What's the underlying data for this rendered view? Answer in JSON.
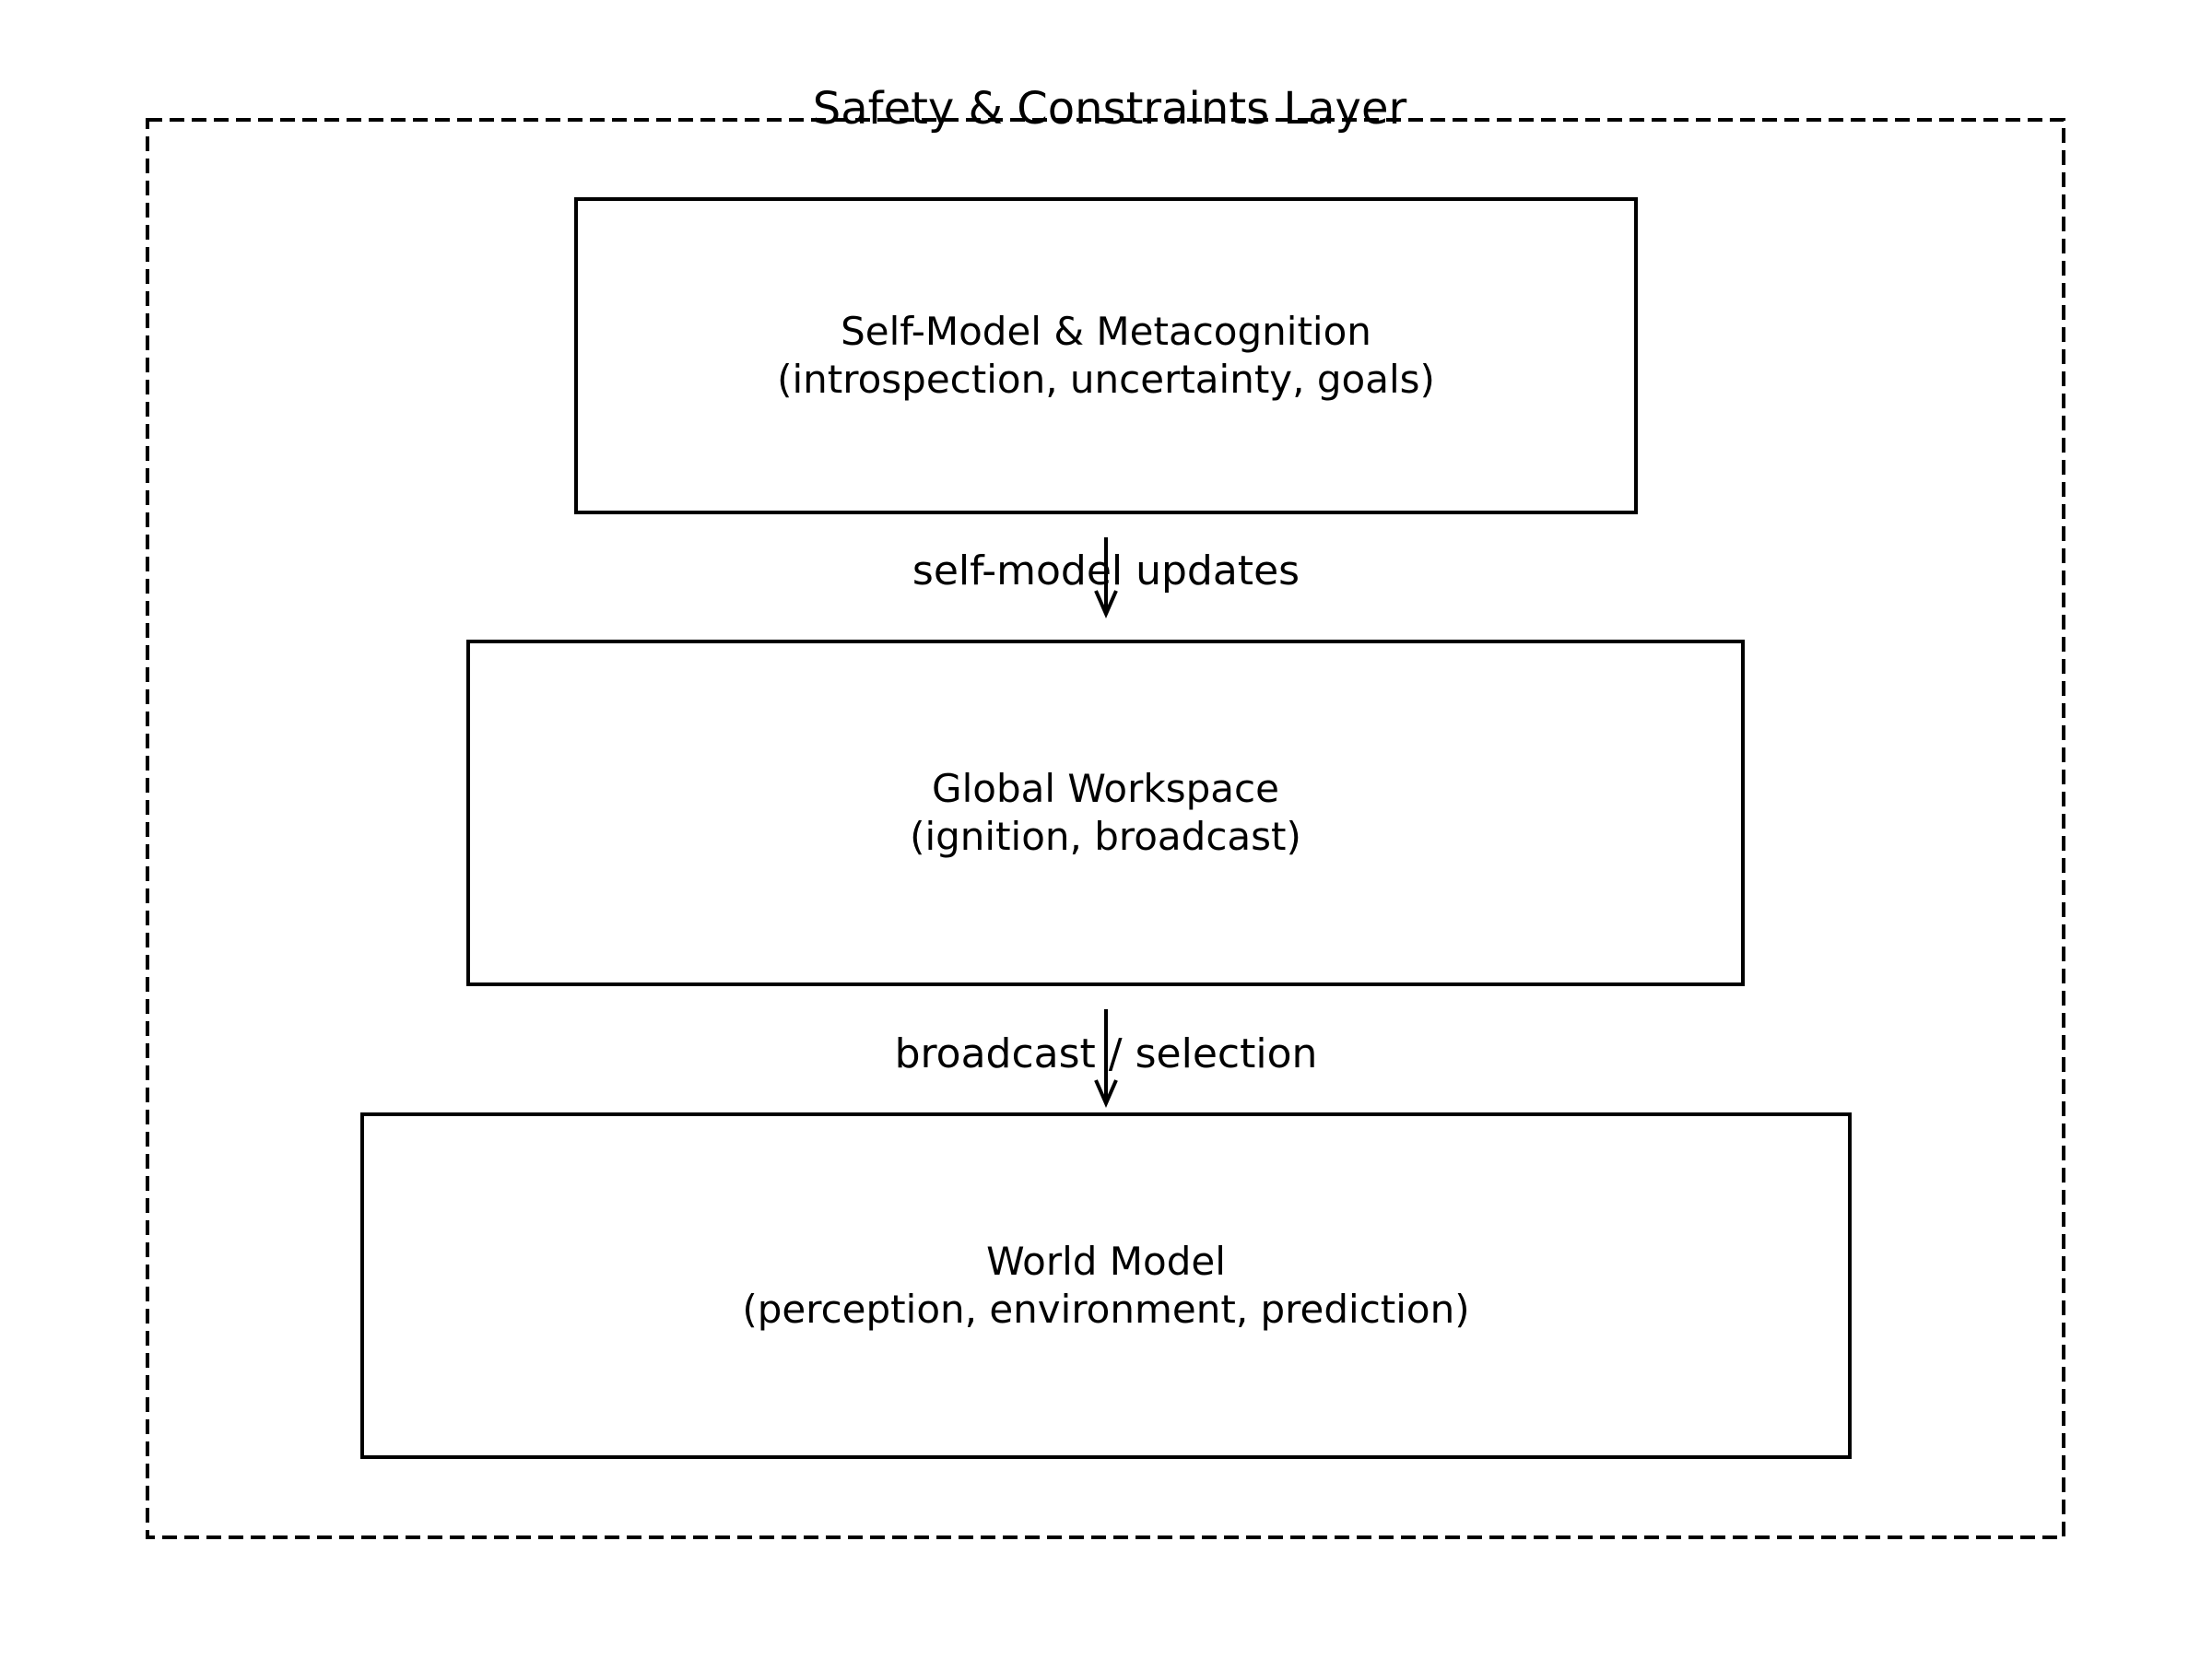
{
  "safety_layer": {
    "title": "Safety & Constraints Layer"
  },
  "boxes": [
    {
      "id": "self-model",
      "title": "Self-Model & Metacognition",
      "subtitle": "(introspection, uncertainty, goals)"
    },
    {
      "id": "global-workspace",
      "title": "Global Workspace",
      "subtitle": "(ignition, broadcast)"
    },
    {
      "id": "world-model",
      "title": "World Model",
      "subtitle": "(perception, environment, prediction)"
    }
  ],
  "arrows": [
    {
      "from": "self-model",
      "to": "global-workspace",
      "label": "self-model updates"
    },
    {
      "from": "global-workspace",
      "to": "world-model",
      "label": "broadcast / selection"
    }
  ],
  "colors": {
    "ink": "#000000",
    "background": "#ffffff"
  }
}
